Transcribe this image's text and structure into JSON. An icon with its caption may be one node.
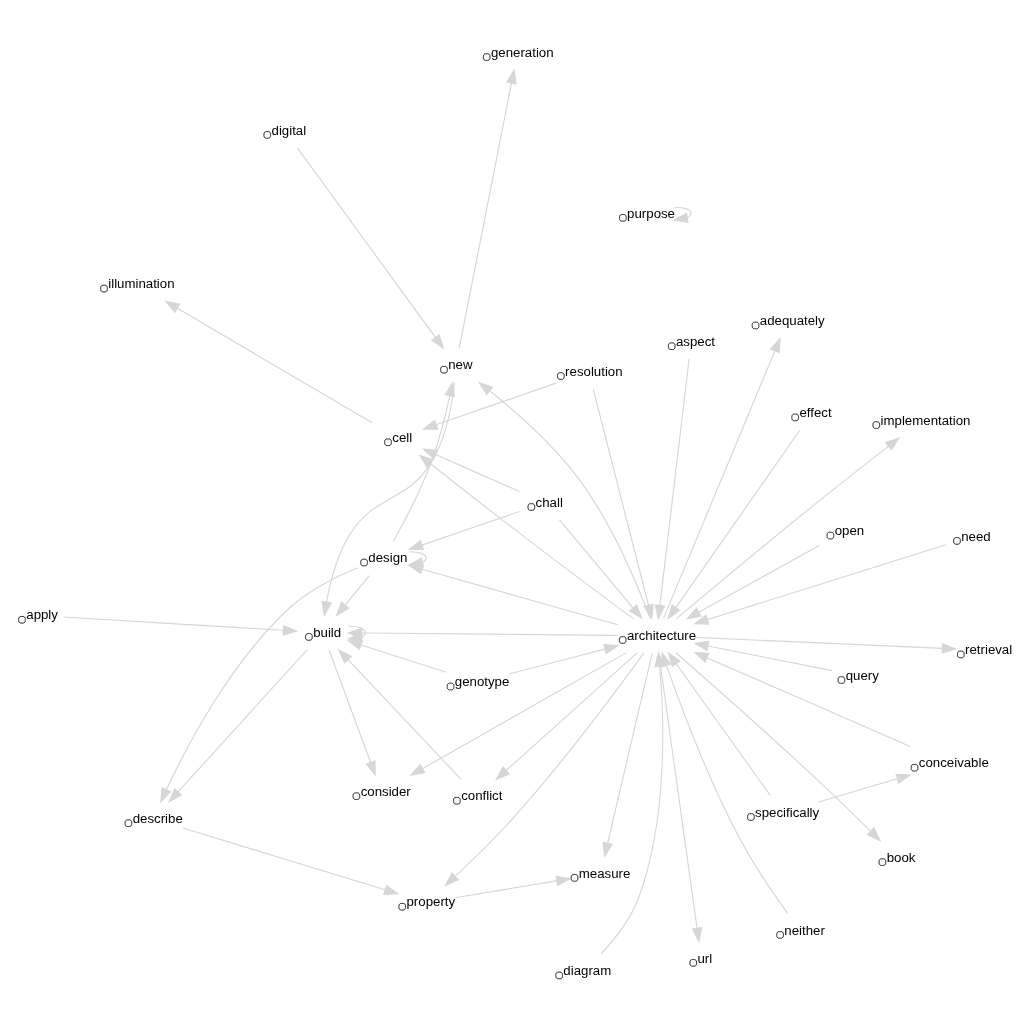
{
  "diagram": {
    "nodes": [
      {
        "text": [
          "consider"
        ]
      },
      {
        "text": [
          "measure"
        ]
      },
      {
        "text": [
          "describe"
        ]
      },
      {
        "text": [
          "property"
        ]
      },
      {
        "text": [
          "query"
        ]
      },
      {
        "text": [
          "illumination"
        ]
      },
      {
        "text": [
          "cell"
        ]
      },
      {
        "text": [
          "generation"
        ]
      },
      {
        "text": [
          "url"
        ]
      },
      {
        "text": [
          "build"
        ]
      },
      {
        "text": [
          "conflict"
        ]
      },
      {
        "text": [
          "chall"
        ]
      },
      {
        "text": [
          "retrieval"
        ]
      },
      {
        "text": [
          "need"
        ]
      },
      {
        "text": [
          "resolution"
        ]
      },
      {
        "text": [
          "book"
        ]
      },
      {
        "text": [
          "architecture"
        ]
      },
      {
        "text": [
          "digital"
        ]
      },
      {
        "text": [
          "apply"
        ]
      },
      {
        "text": [
          "new"
        ]
      },
      {
        "text": [
          "design"
        ]
      },
      {
        "text": [
          "diagram"
        ]
      },
      {
        "text": [
          "purpose"
        ]
      },
      {
        "text": [
          "genotype"
        ]
      },
      {
        "text": [
          "implementation"
        ]
      },
      {
        "text": [
          "adequately"
        ]
      },
      {
        "text": [
          "neither"
        ]
      },
      {
        "text": [
          "open"
        ]
      },
      {
        "text": [
          "aspect"
        ]
      },
      {
        "text": [
          "specifically"
        ]
      },
      {
        "text": [
          "conceivable"
        ]
      },
      {
        "text": [
          "effect"
        ]
      }
    ],
    "edges": [
      {
        "from": 16,
        "to": 1,
        "arrow": "to"
      },
      {
        "from": 16,
        "to": 0,
        "arrow": "to"
      },
      {
        "from": 9,
        "to": 0,
        "arrow": "to"
      },
      {
        "from": 3,
        "to": 1,
        "arrow": "to"
      },
      {
        "from": 2,
        "to": 3,
        "arrow": "to"
      },
      {
        "from": 16,
        "to": 3,
        "arrow": "to"
      },
      {
        "from": 9,
        "to": 2,
        "arrow": "to"
      },
      {
        "from": 20,
        "to": 2,
        "arrow": "to"
      },
      {
        "from": 4,
        "to": 16,
        "arrow": "to"
      },
      {
        "from": 6,
        "to": 5,
        "arrow": "to"
      },
      {
        "from": 16,
        "to": 6,
        "arrow": "to"
      },
      {
        "from": 14,
        "to": 6,
        "arrow": "to"
      },
      {
        "from": 11,
        "to": 6,
        "arrow": "to"
      },
      {
        "from": 19,
        "to": 7,
        "arrow": "to"
      },
      {
        "from": 16,
        "to": 8,
        "arrow": "to"
      },
      {
        "from": 9,
        "to": 9,
        "arrow": "to"
      },
      {
        "from": 10,
        "to": 9,
        "arrow": "to"
      },
      {
        "from": 16,
        "to": 9,
        "arrow": "to"
      },
      {
        "from": 20,
        "to": 9,
        "arrow": "to"
      },
      {
        "from": 18,
        "to": 9,
        "arrow": "to"
      },
      {
        "from": 19,
        "to": 9,
        "arrow": "to"
      },
      {
        "from": 23,
        "to": 9,
        "arrow": "to"
      },
      {
        "from": 16,
        "to": 10,
        "arrow": "to"
      },
      {
        "from": 11,
        "to": 16,
        "arrow": "to"
      },
      {
        "from": 11,
        "to": 20,
        "arrow": "to"
      },
      {
        "from": 16,
        "to": 12,
        "arrow": "to"
      },
      {
        "from": 13,
        "to": 16,
        "arrow": "to"
      },
      {
        "from": 14,
        "to": 16,
        "arrow": "to"
      },
      {
        "from": 16,
        "to": 15,
        "arrow": "to"
      },
      {
        "from": 16,
        "to": 19,
        "arrow": "to"
      },
      {
        "from": 20,
        "to": 19,
        "arrow": "to"
      },
      {
        "from": 21,
        "to": 16,
        "arrow": "to"
      },
      {
        "from": 22,
        "to": 22,
        "arrow": "to"
      },
      {
        "from": 20,
        "to": 20,
        "arrow": "to"
      },
      {
        "from": 23,
        "to": 16,
        "arrow": "to"
      },
      {
        "from": 16,
        "to": 25,
        "arrow": "to"
      },
      {
        "from": 16,
        "to": 24,
        "arrow": "to"
      },
      {
        "from": 26,
        "to": 16,
        "arrow": "to"
      },
      {
        "from": 27,
        "to": 16,
        "arrow": "to"
      },
      {
        "from": 28,
        "to": 16,
        "arrow": "to"
      },
      {
        "from": 29,
        "to": 16,
        "arrow": "to"
      },
      {
        "from": 30,
        "to": 16,
        "arrow": "to"
      },
      {
        "from": 31,
        "to": 16,
        "arrow": "to"
      },
      {
        "from": 29,
        "to": 30,
        "arrow": "to"
      },
      {
        "from": 16,
        "to": 20,
        "arrow": "to"
      },
      {
        "from": 17,
        "to": 19,
        "arrow": "to"
      }
    ]
  }
}
